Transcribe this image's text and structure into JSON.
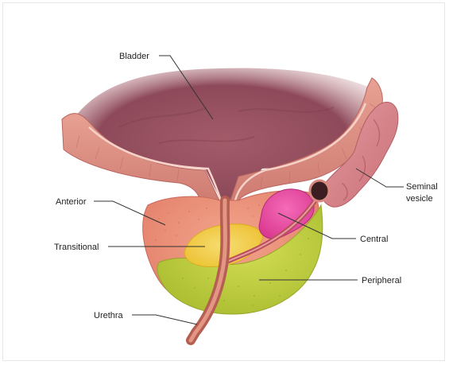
{
  "labels": {
    "bladder": "Bladder",
    "seminal_vesicle_line1": "Seminal",
    "seminal_vesicle_line2": "vesicle",
    "anterior": "Anterior",
    "transitional": "Transitional",
    "central": "Central",
    "peripheral": "Peripheral",
    "urethra": "Urethra"
  },
  "colors": {
    "bladder_interior": "#8e4a5a",
    "bladder_wall": "#d98a80",
    "anterior_zone": "#e9927a",
    "transitional_zone": "#f2d24a",
    "central_zone": "#ee4fa8",
    "peripheral_zone": "#c4d246",
    "seminal_vesicle": "#d9868a",
    "urethra": "#c46a5c"
  }
}
